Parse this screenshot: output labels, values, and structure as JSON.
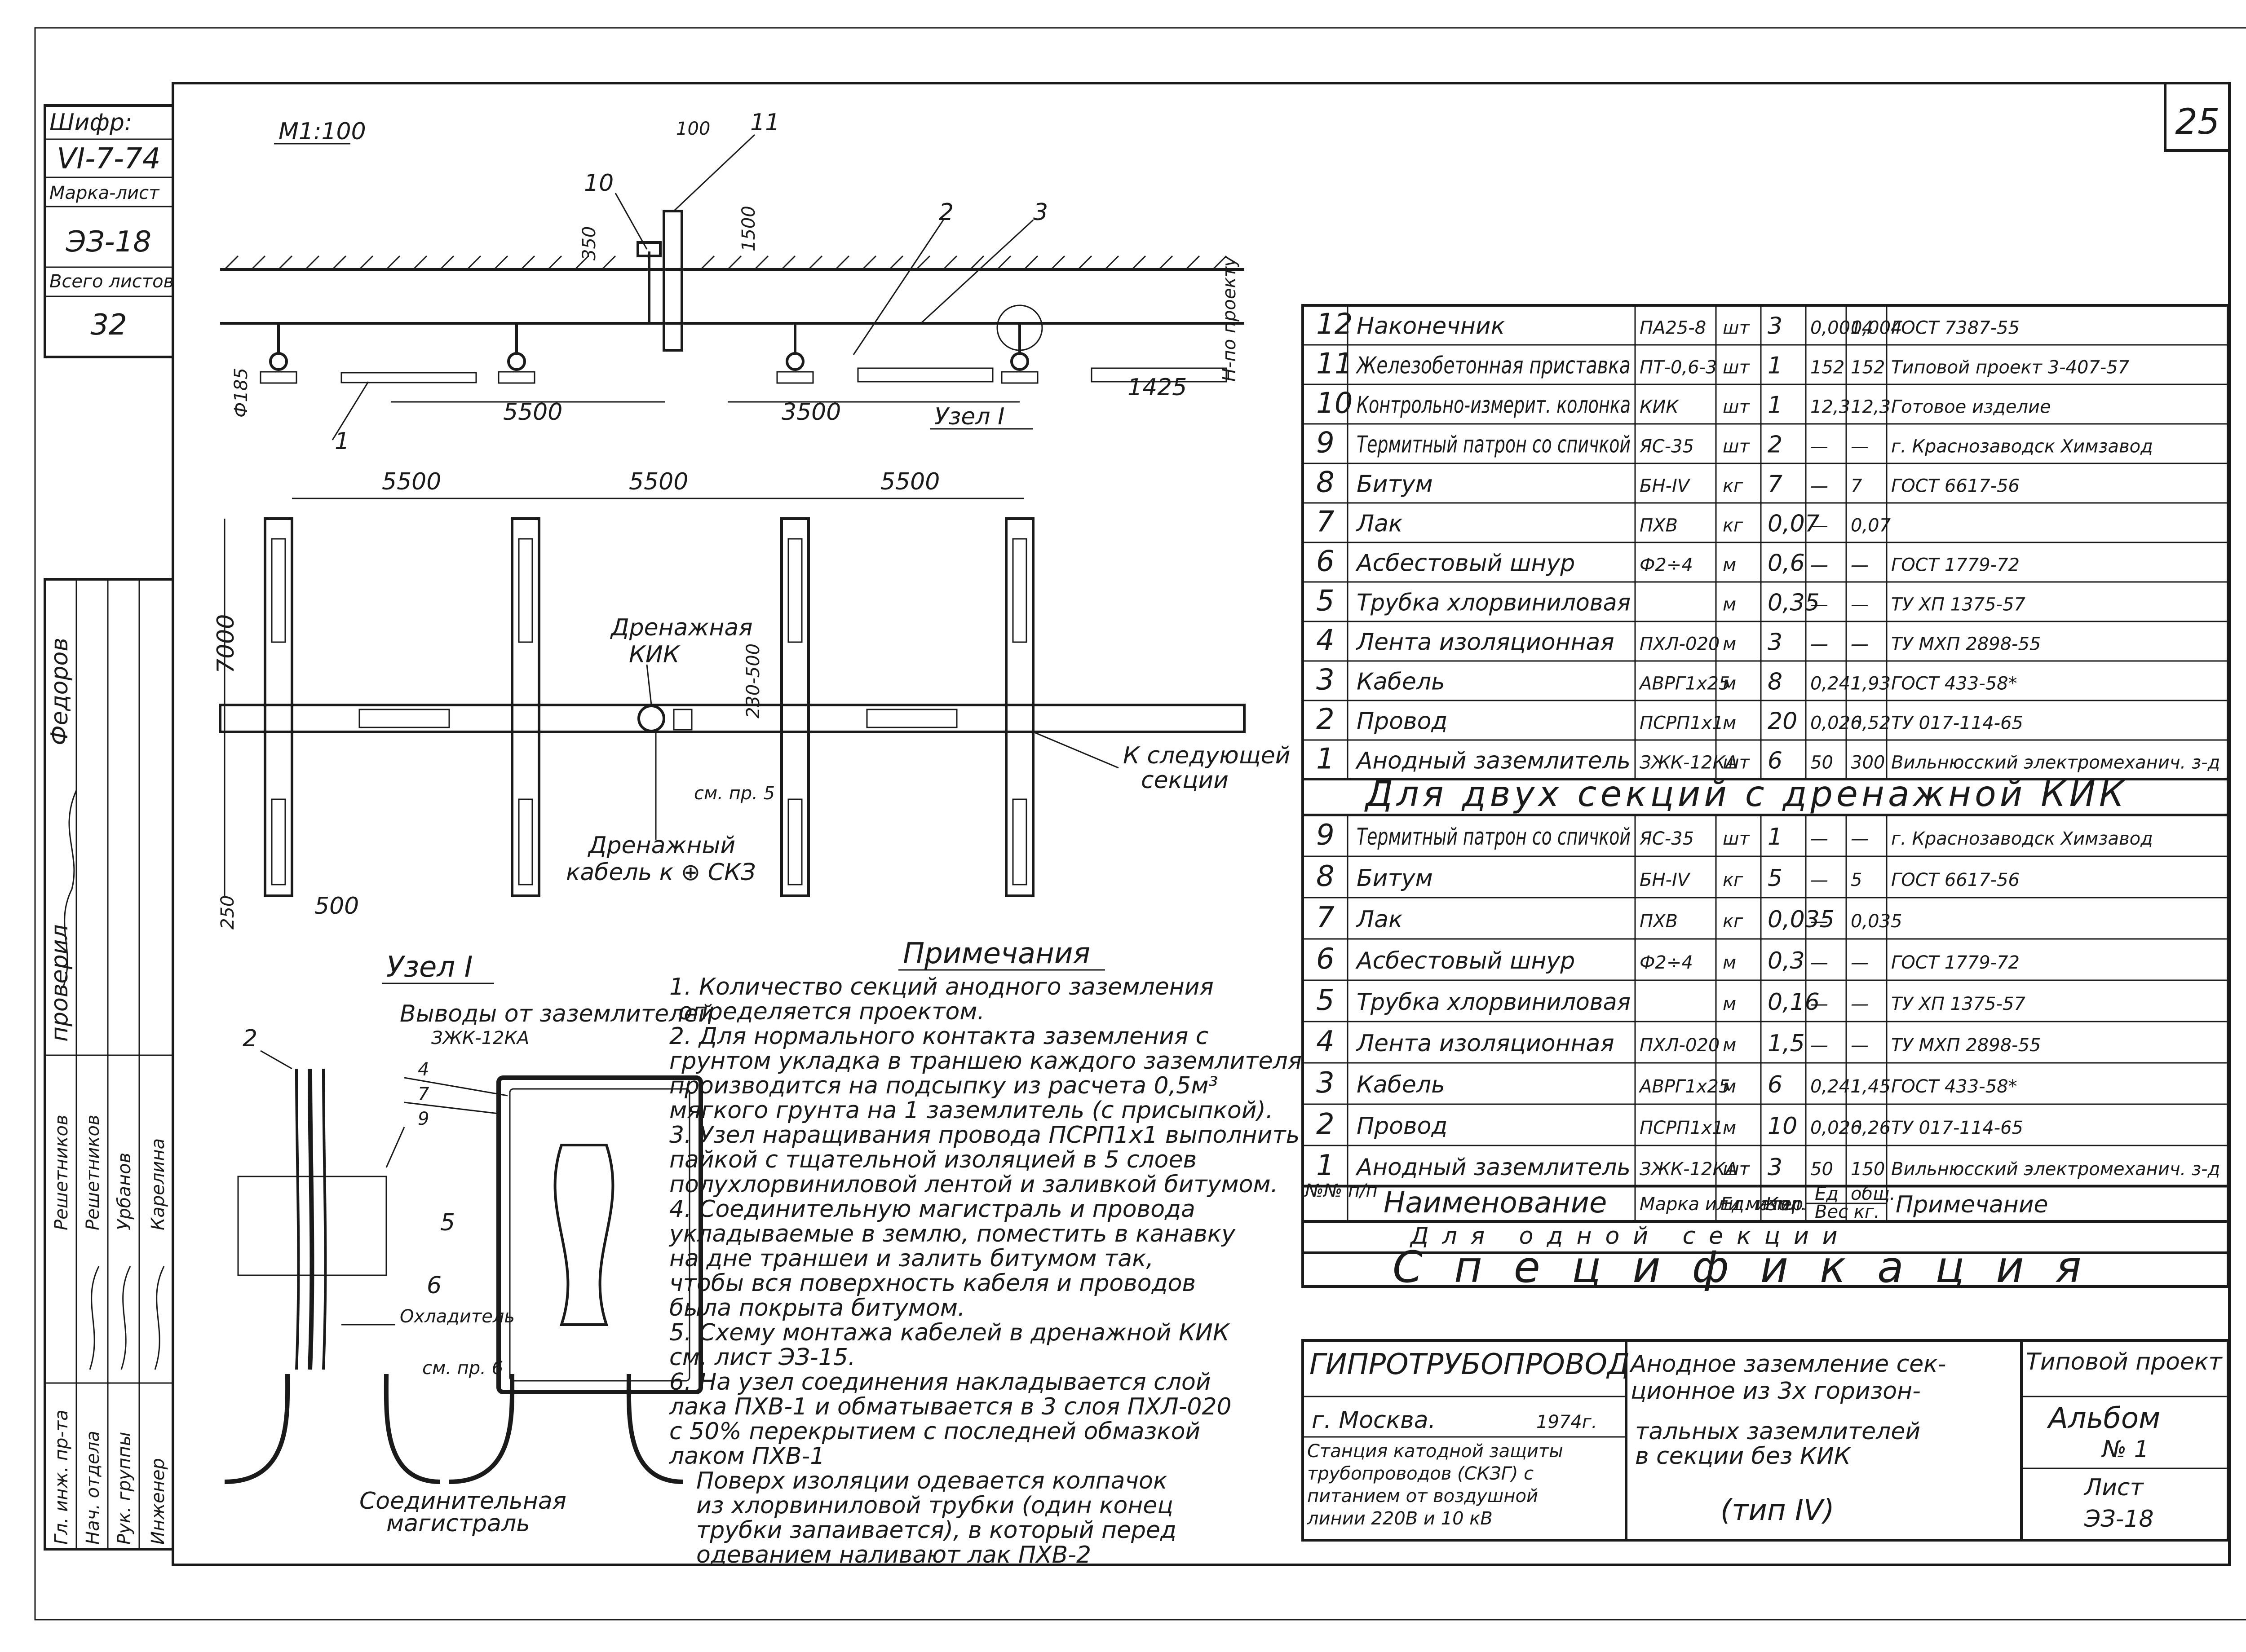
{
  "sheet_number": "25",
  "scale": "М1:100",
  "left_stamp": {
    "rows": [
      {
        "label": "Шифр:",
        "value": "VI-7-74"
      },
      {
        "label": "Марка-лист",
        "value": "ЭЗ-18"
      },
      {
        "label": "Всего листов",
        "value": "32"
      }
    ],
    "roles": [
      "Гл. инж. пр-та",
      "Нач. отдела",
      "Рук. группы",
      "Инженер"
    ],
    "names": [
      "Решетников",
      "Решетников",
      "Урбанов",
      "Карелина"
    ],
    "checked_label": "проверил",
    "checked_name": "Федоров"
  },
  "profile": {
    "callouts": [
      "1",
      "2",
      "3",
      "10",
      "11"
    ],
    "dims": [
      "5500",
      "3500",
      "1425",
      "100",
      "1500",
      "350",
      "Ф185"
    ],
    "depth_note": "H-по проекту",
    "node_label": "Узел I"
  },
  "plan": {
    "dims_top": [
      "5500",
      "5500",
      "5500"
    ],
    "dims_left": [
      "7000",
      "250",
      "500"
    ],
    "dim_mid": "230-500",
    "drain_kik": [
      "Дренажная",
      "КИК"
    ],
    "next_section": [
      "К следующей",
      "секции"
    ],
    "drain_cable": [
      "Дренажный",
      "кабель к ⊕ СКЗ"
    ],
    "ref_item": "см. пр. 5"
  },
  "node_detail": {
    "title": "Узел I",
    "leads": [
      "Выводы от заземлителей",
      "ЗЖК-12КА"
    ],
    "callouts": [
      "2",
      "4",
      "7",
      "9",
      "5",
      "6"
    ],
    "cooler": "Охладитель",
    "ref_item": "см. пр. 6",
    "main_line": [
      "Соединительная",
      "магистраль"
    ]
  },
  "notes": {
    "title": "Примечания",
    "lines": [
      "1. Количество секций анодного заземления",
      "определяется проектом.",
      "2. Для нормального контакта заземления с",
      "грунтом укладка в траншею каждого заземлителя",
      "производится на подсыпку из расчета 0,5м³",
      "мягкого грунта на 1 заземлитель (с присыпкой).",
      "3. Узел наращивания провода ПСРП1х1 выполнить",
      "пайкой с тщательной изоляцией в 5 слоев",
      "полухлорвиниловой лентой и заливкой битумом.",
      "4. Соединительную магистраль и провода",
      "укладываемые в землю, поместить в канавку",
      "на дне траншеи и залить битумом так,",
      "чтобы вся поверхность кабеля и проводов",
      "была покрыта битумом.",
      "5. Схему монтажа кабелей в дренажной КИК",
      "см. лист ЭЗ-15.",
      "6. На узел соединения накладывается слой",
      "лака ПХВ-1 и обматывается в 3 слоя ПХЛ-020",
      "с 50% перекрытием с последней обмазкой",
      "лаком ПХВ-1",
      "Поверх изоляции одевается колпачок",
      "из хлорвиниловой трубки (один конец",
      "трубки запаивается), в который перед",
      "одеванием наливают лак ПХВ-2"
    ]
  },
  "spec_table": {
    "header": {
      "num": "№№ п/п",
      "name": "Наименование",
      "mark": "Марка или матер.",
      "unit": "Ед. изм.",
      "qty": "Кол.",
      "w_unit": "Ед",
      "w_total": "общ.",
      "w_caption": "Вес кг.",
      "note": "Примечание"
    },
    "section_caption": "Для двух секций с дренажной КИК",
    "rows_two": [
      {
        "n": "12",
        "name": "Наконечник",
        "mark": "ПА25-8",
        "unit": "шт",
        "qty": "3",
        "w1": "0,0014",
        "w2": "0,004",
        "note": "ГОСТ 7387-55"
      },
      {
        "n": "11",
        "name": "Железобетонная приставка",
        "mark": "ПТ-0,6-3",
        "unit": "шт",
        "qty": "1",
        "w1": "152",
        "w2": "152",
        "note": "Типовой проект 3-407-57"
      },
      {
        "n": "10",
        "name": "Контрольно-измерит. колонка",
        "mark": "КИК",
        "unit": "шт",
        "qty": "1",
        "w1": "12,3",
        "w2": "12,3",
        "note": "Готовое изделие"
      },
      {
        "n": "9",
        "name": "Термитный патрон со спичкой",
        "mark": "ЯС-35",
        "unit": "шт",
        "qty": "2",
        "w1": "—",
        "w2": "—",
        "note": "г. Краснозаводск Химзавод"
      },
      {
        "n": "8",
        "name": "Битум",
        "mark": "БН-IV",
        "unit": "кг",
        "qty": "7",
        "w1": "—",
        "w2": "7",
        "note": "ГОСТ 6617-56"
      },
      {
        "n": "7",
        "name": "Лак",
        "mark": "ПХВ",
        "unit": "кг",
        "qty": "0,07",
        "w1": "—",
        "w2": "0,07",
        "note": ""
      },
      {
        "n": "6",
        "name": "Асбестовый шнур",
        "mark": "Ф2÷4",
        "unit": "м",
        "qty": "0,6",
        "w1": "—",
        "w2": "—",
        "note": "ГОСТ 1779-72"
      },
      {
        "n": "5",
        "name": "Трубка хлорвиниловая",
        "mark": "",
        "unit": "м",
        "qty": "0,35",
        "w1": "—",
        "w2": "—",
        "note": "ТУ ХП 1375-57"
      },
      {
        "n": "4",
        "name": "Лента изоляционная",
        "mark": "ПХЛ-020",
        "unit": "м",
        "qty": "3",
        "w1": "—",
        "w2": "—",
        "note": "ТУ МХП 2898-55"
      },
      {
        "n": "3",
        "name": "Кабель",
        "mark": "АВРГ1х25",
        "unit": "м",
        "qty": "8",
        "w1": "0,241",
        "w2": "1,93",
        "note": "ГОСТ 433-58*"
      },
      {
        "n": "2",
        "name": "Провод",
        "mark": "ПСРП1х1",
        "unit": "м",
        "qty": "20",
        "w1": "0,026",
        "w2": "0,52",
        "note": "ТУ 017-114-65"
      },
      {
        "n": "1",
        "name": "Анодный заземлитель",
        "mark": "ЗЖК-12КА",
        "unit": "шт",
        "qty": "6",
        "w1": "50",
        "w2": "300",
        "note": "Вильнюсский электромеханич. з-д"
      }
    ],
    "rows_one": [
      {
        "n": "9",
        "name": "Термитный патрон со спичкой",
        "mark": "ЯС-35",
        "unit": "шт",
        "qty": "1",
        "w1": "—",
        "w2": "—",
        "note": "г. Краснозаводск Химзавод"
      },
      {
        "n": "8",
        "name": "Битум",
        "mark": "БН-IV",
        "unit": "кг",
        "qty": "5",
        "w1": "—",
        "w2": "5",
        "note": "ГОСТ 6617-56"
      },
      {
        "n": "7",
        "name": "Лак",
        "mark": "ПХВ",
        "unit": "кг",
        "qty": "0,035",
        "w1": "—",
        "w2": "0,035",
        "note": ""
      },
      {
        "n": "6",
        "name": "Асбестовый шнур",
        "mark": "Ф2÷4",
        "unit": "м",
        "qty": "0,3",
        "w1": "—",
        "w2": "—",
        "note": "ГОСТ 1779-72"
      },
      {
        "n": "5",
        "name": "Трубка хлорвиниловая",
        "mark": "",
        "unit": "м",
        "qty": "0,16",
        "w1": "—",
        "w2": "—",
        "note": "ТУ ХП 1375-57"
      },
      {
        "n": "4",
        "name": "Лента изоляционная",
        "mark": "ПХЛ-020",
        "unit": "м",
        "qty": "1,5",
        "w1": "—",
        "w2": "—",
        "note": "ТУ МХП 2898-55"
      },
      {
        "n": "3",
        "name": "Кабель",
        "mark": "АВРГ1х25",
        "unit": "м",
        "qty": "6",
        "w1": "0,241",
        "w2": "1,45",
        "note": "ГОСТ 433-58*"
      },
      {
        "n": "2",
        "name": "Провод",
        "mark": "ПСРП1х1",
        "unit": "м",
        "qty": "10",
        "w1": "0,026",
        "w2": "0,26",
        "note": "ТУ 017-114-65"
      },
      {
        "n": "1",
        "name": "Анодный заземлитель",
        "mark": "ЗЖК-12КА",
        "unit": "шт",
        "qty": "3",
        "w1": "50",
        "w2": "150",
        "note": "Вильнюсский электромеханич. з-д"
      }
    ],
    "footer_caption": "Для одной секции",
    "title": "Спецификация"
  },
  "title_block": {
    "org": "ГИПРОТРУБОПРОВОД",
    "city": "г. Москва.",
    "year": "1974г.",
    "desc": [
      "Станция катодной защиты",
      "трубопроводов (СКЗГ) с",
      "питанием от воздушной",
      "линии 220В и 10 кВ"
    ],
    "main_title": [
      "Анодное заземление сек-",
      "ционное из 3х горизон-",
      "тальных заземлителей",
      "в секции без КИК"
    ],
    "type": "(тип IV)",
    "proj_type": "Типовой проект",
    "album": "Альбом",
    "album_no": "№ 1",
    "sheet_label": "Лист",
    "sheet_code": "ЭЗ-18"
  }
}
